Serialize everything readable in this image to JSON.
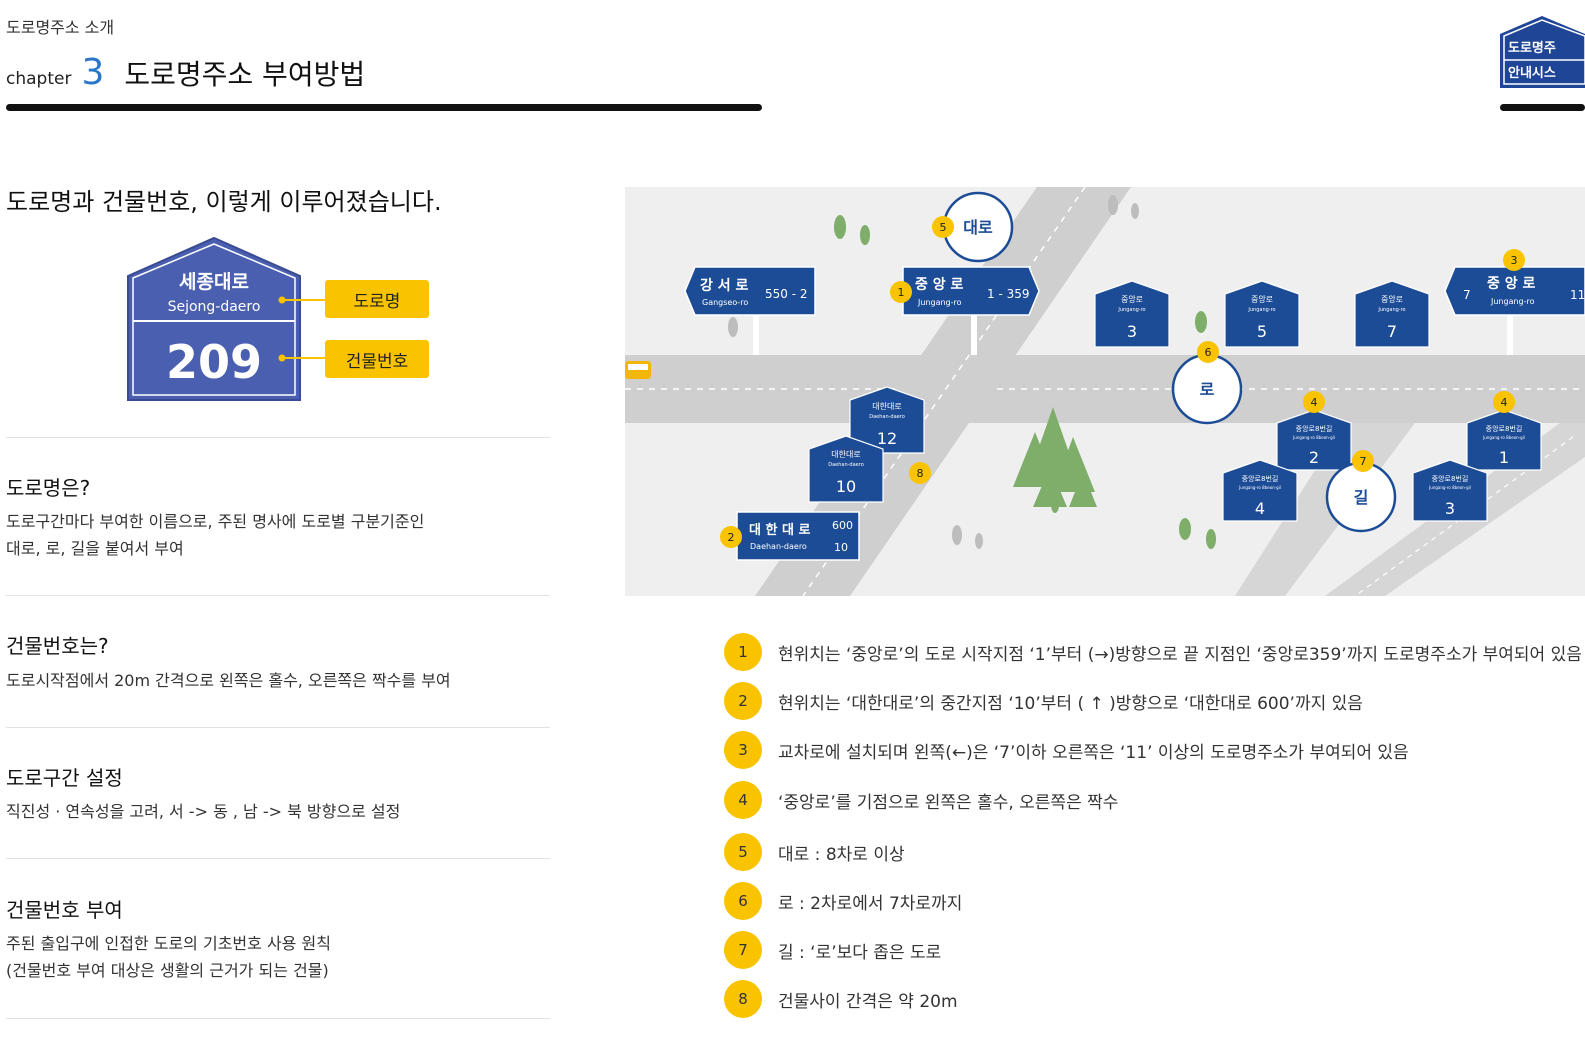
{
  "header": {
    "breadcrumb": "도로명주소 소개",
    "chapter_word": "chapter",
    "chapter_number": "3",
    "title": "도로명주소 부여방법",
    "logo_line1": "도로명주",
    "logo_line2": "안내시스"
  },
  "intro": {
    "headline": "도로명과 건물번호,  이렇게 이루어졌습니다.",
    "sign_road_ko": "세종대로",
    "sign_road_en": "Sejong-daero",
    "sign_number": "209",
    "label_road": "도로명",
    "label_number": "건물번호"
  },
  "sections": [
    {
      "title": "도로명은?",
      "body": [
        "도로구간마다 부여한 이름으로, 주된 명사에 도로별 구분기준인",
        "대로, 로, 길을 붙여서 부여"
      ]
    },
    {
      "title": "건물번호는?",
      "body": [
        "도로시작점에서 20m 간격으로 왼쪽은 홀수, 오른쪽은 짝수를 부여"
      ]
    },
    {
      "title": "도로구간 설정",
      "body": [
        "직진성  · 연속성을 고려, 서 -> 동 , 남 -> 북 방향으로 설정"
      ]
    },
    {
      "title": "건물번호 부여",
      "body": [
        "주된 출입구에 인접한 도로의 기초번호  사용 원칙",
        "(건물번호 부여 대상은 생활의 근거가 되는 건물)"
      ]
    }
  ],
  "map": {
    "signs": [
      {
        "ko": "강 서 로",
        "en": "Gangseo-ro",
        "num": "550 - 2"
      },
      {
        "ko": "중 앙 로",
        "en": "Jungang-ro",
        "num": "1 - 359"
      },
      {
        "ko": "중 앙 로",
        "en": "Jungang-ro",
        "left": "7",
        "right": "11"
      },
      {
        "ko": "대 한 대 로",
        "en": "Daehan-daero",
        "top": "600",
        "bottom": "10"
      }
    ],
    "buildings": [
      {
        "name": "중앙로",
        "en": "Jungang-ro",
        "num": "3"
      },
      {
        "name": "중앙로",
        "en": "Jungang-ro",
        "num": "5"
      },
      {
        "name": "중앙로",
        "en": "Jungang-ro",
        "num": "7"
      },
      {
        "name": "대한대로",
        "en": "Daehan-daero",
        "num": "12"
      },
      {
        "name": "대한대로",
        "en": "Daehan-daero",
        "num": "10"
      },
      {
        "name": "중앙로8번길",
        "en": "Jungang-ro 8beon-gil",
        "num": "2"
      },
      {
        "name": "중앙로8번길",
        "en": "Jungang-ro 8beon-gil",
        "num": "4"
      },
      {
        "name": "중앙로8번길",
        "en": "Jungang-ro 8beon-gil",
        "num": "1"
      },
      {
        "name": "중앙로8번길",
        "en": "Jungang-ro 8beon-gil",
        "num": "3"
      }
    ],
    "circles": {
      "daero": "대로",
      "ro": "로",
      "gil": "길"
    },
    "markers": [
      "1",
      "2",
      "3",
      "4",
      "4",
      "5",
      "6",
      "7",
      "8"
    ]
  },
  "legend": [
    {
      "num": "1",
      "text": "현위치는 ‘중앙로’의 도로 시작지점 ‘1’부터 (→)방향으로 끝 지점인 ‘중앙로359’까지 도로명주소가 부여되어 있음"
    },
    {
      "num": "2",
      "text": "현위치는 ‘대한대로’의 중간지점 ‘10’부터 ( ↑ )방향으로 ‘대한대로 600’까지 있음"
    },
    {
      "num": "3",
      "text": "교차로에 설치되며 왼쪽(←)은 ‘7’이하 오른쪽은 ‘11’ 이상의 도로명주소가 부여되어 있음"
    },
    {
      "num": "4",
      "text": "‘중앙로’를 기점으로 왼쪽은 홀수, 오른쪽은 짝수"
    },
    {
      "num": "5",
      "text": "대로 : 8차로 이상"
    },
    {
      "num": "6",
      "text": "로 : 2차로에서 7차로까지"
    },
    {
      "num": "7",
      "text": "길 : ‘로’보다 좁은 도로"
    },
    {
      "num": "8",
      "text": "건물사이 간격은 약 20m"
    }
  ],
  "colors": {
    "accent_blue": "#2a76c9",
    "sign_blue": "#4a5fb0",
    "map_sign": "#1c4c96",
    "yellow": "#f9c300"
  }
}
